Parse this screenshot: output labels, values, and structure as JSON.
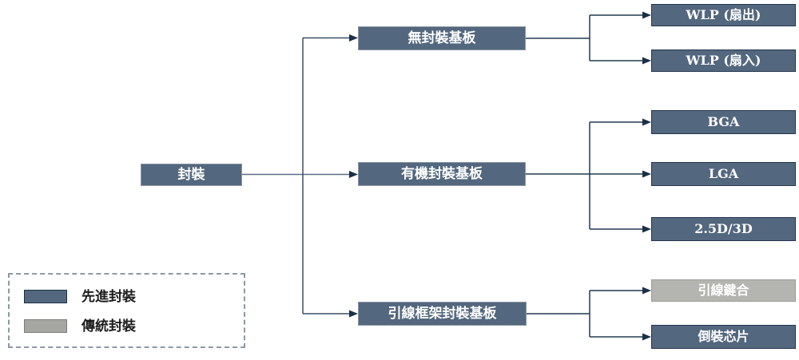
{
  "diagram": {
    "title_implicit": "packaging-taxonomy-tree",
    "tree": {
      "root": {
        "label": "封裝",
        "type": "advanced"
      },
      "branches": [
        {
          "label": "無封裝基板",
          "type": "advanced",
          "children": [
            {
              "label": "WLP (扇出)",
              "type": "advanced"
            },
            {
              "label": "WLP (扇入)",
              "type": "advanced"
            }
          ]
        },
        {
          "label": "有機封裝基板",
          "type": "advanced",
          "children": [
            {
              "label": "BGA",
              "type": "advanced"
            },
            {
              "label": "LGA",
              "type": "advanced"
            },
            {
              "label": "2.5D/3D",
              "type": "advanced"
            }
          ]
        },
        {
          "label": "引線框架封裝基板",
          "type": "advanced",
          "children": [
            {
              "label": "引線鍵合",
              "type": "traditional"
            },
            {
              "label": "倒裝芯片",
              "type": "advanced"
            }
          ]
        }
      ]
    },
    "legend": {
      "items": [
        {
          "label": "先進封裝",
          "type": "advanced",
          "color": "#53677E"
        },
        {
          "label": "傳統封裝",
          "type": "traditional",
          "color": "#A6A6A2"
        }
      ]
    },
    "colors": {
      "advanced_fill": "#53677E",
      "traditional_fill": "#B4B4B0",
      "node_border_light": "#8A96A4",
      "leaf_border_dark": "#24364D",
      "connector_line": "#33475F",
      "connector_root_line": "#5C6E83",
      "arrowhead": "#1B2F47",
      "legend_dash_border": "#8B99A9",
      "text_on_node": "#FFFFFF",
      "legend_text": "#1C1C1C"
    }
  }
}
